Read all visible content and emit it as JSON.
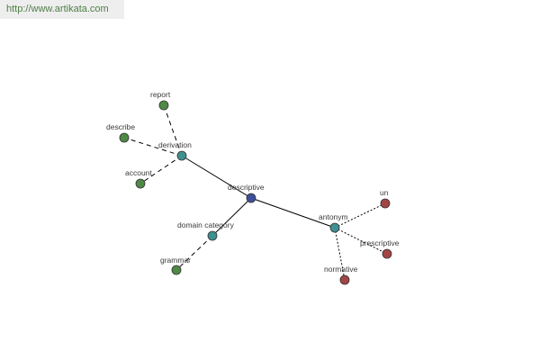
{
  "watermark": "http://www.artikata.com",
  "colors": {
    "center": "#3d4f9a",
    "category": "#3f9090",
    "related": "#4f8a45",
    "antonym": "#a34545",
    "edge": "#000000",
    "node_stroke": "#333333"
  },
  "nodes": [
    {
      "id": "descriptive",
      "label": "descriptive",
      "kind": "center"
    },
    {
      "id": "derivation",
      "label": "derivation",
      "kind": "category"
    },
    {
      "id": "domain_category",
      "label": "domain category",
      "kind": "category"
    },
    {
      "id": "antonym",
      "label": "antonym",
      "kind": "category"
    },
    {
      "id": "report",
      "label": "report",
      "kind": "related"
    },
    {
      "id": "describe",
      "label": "describe",
      "kind": "related"
    },
    {
      "id": "account",
      "label": "account",
      "kind": "related"
    },
    {
      "id": "grammar",
      "label": "grammar",
      "kind": "related"
    },
    {
      "id": "un",
      "label": "un",
      "kind": "antonym"
    },
    {
      "id": "prescriptive",
      "label": "prescriptive",
      "kind": "antonym"
    },
    {
      "id": "normative",
      "label": "normative",
      "kind": "antonym"
    }
  ],
  "edges": [
    {
      "from": "descriptive",
      "to": "derivation",
      "style": "solid"
    },
    {
      "from": "descriptive",
      "to": "domain_category",
      "style": "solid"
    },
    {
      "from": "descriptive",
      "to": "antonym",
      "style": "solid"
    },
    {
      "from": "derivation",
      "to": "report",
      "style": "dashed"
    },
    {
      "from": "derivation",
      "to": "describe",
      "style": "dashed"
    },
    {
      "from": "derivation",
      "to": "account",
      "style": "dashed"
    },
    {
      "from": "domain_category",
      "to": "grammar",
      "style": "dashed"
    },
    {
      "from": "antonym",
      "to": "un",
      "style": "dotted"
    },
    {
      "from": "antonym",
      "to": "prescriptive",
      "style": "dotted"
    },
    {
      "from": "antonym",
      "to": "normative",
      "style": "dotted"
    }
  ]
}
